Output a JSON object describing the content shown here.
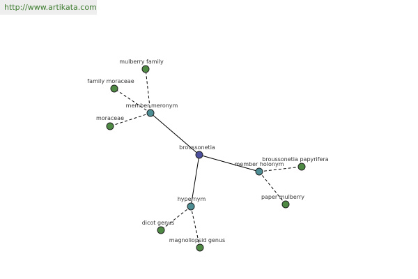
{
  "watermark": "http://www.artikata.com",
  "colors": {
    "center": "#4b4f9e",
    "relation": "#4d8e94",
    "leaf": "#4f8a45"
  },
  "graph": {
    "center": "broussonetia",
    "relations": [
      {
        "label": "member meronym",
        "leaves": [
          "mulberry family",
          "family moraceae",
          "moraceae"
        ]
      },
      {
        "label": "member holonym",
        "leaves": [
          "broussonetia papyrifera",
          "paper mulberry"
        ]
      },
      {
        "label": "hypernym",
        "leaves": [
          "dicot genus",
          "magnoliopsid genus"
        ]
      }
    ]
  }
}
